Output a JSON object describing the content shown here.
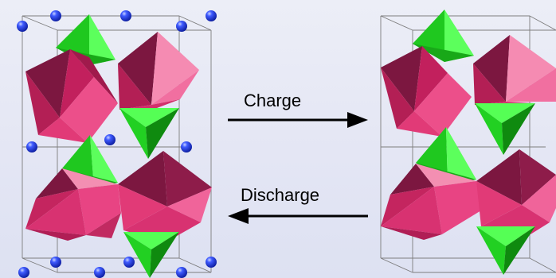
{
  "diagram": {
    "charge_label": "Charge",
    "discharge_label": "Discharge"
  },
  "colors": {
    "background": "#e6e8f5",
    "octahedron_front": "#e0407a",
    "octahedron_dark": "#7c1740",
    "octahedron_light": "#f38fb2",
    "tetrahedron": "#22dd22",
    "tetrahedron_dark": "#0f7d0f",
    "ion_sphere": "#1130d8",
    "cell_edge": "#7d7d7d",
    "arrow": "#000000"
  },
  "structures": [
    {
      "state": "discharged",
      "shows_ions": true
    },
    {
      "state": "charged",
      "shows_ions": false
    }
  ]
}
